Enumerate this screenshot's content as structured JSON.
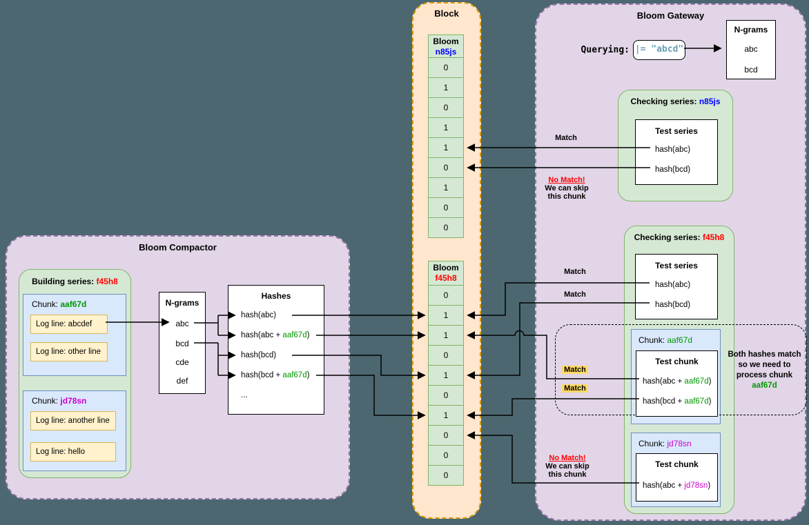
{
  "compactor": {
    "title": "Bloom Compactor",
    "building_series": {
      "label": "Building series: ",
      "series": "f45h8"
    },
    "chunk1": {
      "label": "Chunk: ",
      "id": "aaf67d",
      "log1": "Log line: abcdef",
      "log2": "Log line: other line"
    },
    "chunk2": {
      "label": "Chunk: ",
      "id": "jd78sn",
      "log1": "Log line: another line",
      "log2": "Log line: hello"
    },
    "ngrams": {
      "title": "N-grams",
      "items": [
        "abc",
        "bcd",
        "cde",
        "def"
      ]
    },
    "hashes": {
      "title": "Hashes",
      "h1": "hash(abc)",
      "h2": {
        "pre": "hash(abc + ",
        "id": "aaf67d",
        "post": ")"
      },
      "h3": "hash(bcd)",
      "h4": {
        "pre": "hash(bcd + ",
        "id": "aaf67d",
        "post": ")"
      },
      "more": "..."
    }
  },
  "block": {
    "title": "Block",
    "bloom1": {
      "label": "Bloom",
      "series": "n85js",
      "bits": [
        "0",
        "1",
        "0",
        "1",
        "1",
        "0",
        "1",
        "0",
        "0"
      ]
    },
    "bloom2": {
      "label": "Bloom",
      "series": "f45h8",
      "bits": [
        "0",
        "1",
        "1",
        "0",
        "1",
        "0",
        "1",
        "0",
        "0",
        "0"
      ]
    }
  },
  "gateway": {
    "title": "Bloom Gateway",
    "querying_label": "Querying:",
    "query": "|= \"abcd\"",
    "ngrams": {
      "title": "N-grams",
      "items": [
        "abc",
        "bcd"
      ]
    },
    "check1": {
      "label": "Checking series: ",
      "series": "n85js",
      "test_series_title": "Test series",
      "h1": "hash(abc)",
      "h2": "hash(bcd)"
    },
    "check2": {
      "label": "Checking series: ",
      "series": "f45h8",
      "test_series_title": "Test series",
      "h1": "hash(abc)",
      "h2": "hash(bcd)",
      "chunk1": {
        "label": "Chunk: ",
        "id": "aaf67d",
        "test_chunk_title": "Test chunk",
        "h1": {
          "pre": "hash(abc + ",
          "id": "aaf67d",
          "post": ")"
        },
        "h2": {
          "pre": "hash(bcd + ",
          "id": "aaf67d",
          "post": ")"
        }
      },
      "chunk2": {
        "label": "Chunk: ",
        "id": "jd78sn",
        "test_chunk_title": "Test chunk",
        "h1": {
          "pre": "hash(abc + ",
          "id": "jd78sn",
          "post": ")"
        }
      }
    },
    "labels": {
      "match": "Match",
      "no_match": "No Match!",
      "skip1": "We can skip",
      "skip2": "this chunk"
    },
    "note": {
      "pre": "Both hashes match so we need to process chunk ",
      "id": "aaf67d"
    }
  },
  "colors": {
    "background": "#4C6770",
    "purple_fill": "#E1D5E7",
    "purple_border": "#9673A6",
    "orange_fill": "#FFE6CC",
    "orange_border": "#D79B00",
    "green_fill": "#D5E8D4",
    "green_border": "#82B366",
    "blue_fill": "#DAE8FC",
    "blue_border": "#6C8EBF",
    "yellow_fill": "#FFF2CC",
    "yellow_border": "#D6B656",
    "series_n85js": "#0000FF",
    "series_f45h8": "#FF0000",
    "chunk_aaf67d": "#009900",
    "chunk_jd78sn": "#CC00CC",
    "query_text": "#6A9FB5",
    "match_highlight": "#FFD966",
    "no_match_text": "#FF0000"
  }
}
